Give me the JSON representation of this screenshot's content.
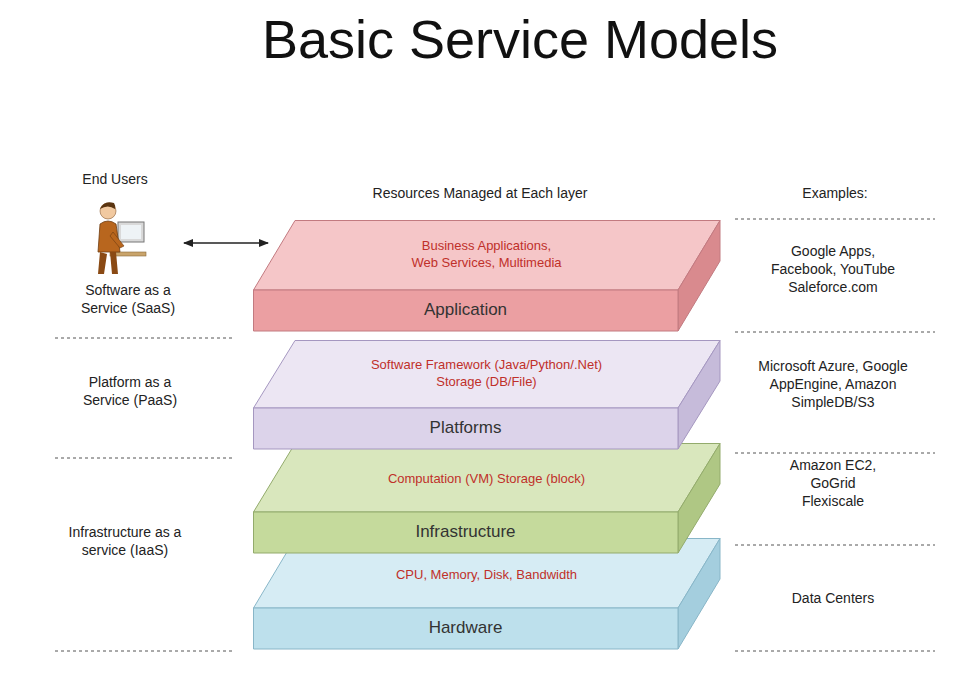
{
  "diagram": {
    "title": "Basic Service Models",
    "nodes": [
      {
        "text": [
          "Business Applications, Web Services, Multimedia",
          "Application"
        ]
      },
      {
        "text": [
          "Software Framework (Java/Python/.Net) Storage (DB/File)",
          "Platforms"
        ]
      },
      {
        "text": [
          "Computation (VM) Storage (block)",
          "Infrastructure"
        ]
      },
      {
        "text": [
          "CPU, Memory, Disk, Bandwidth",
          "Hardware"
        ]
      }
    ],
    "labels": [
      "End Users",
      "Software as a Service (SaaS)",
      "Platform as a Service (PaaS)",
      "Infrastructure as a service (IaaS)",
      "Resources Managed at Each layer",
      "Examples:",
      "Google Apps, Facebook, YouTube Saleforce.com",
      "Microsoft Azure, Google AppEngine, Amazon SimpleDB/S3",
      "Amazon EC2, GoGrid Flexiscale",
      "Data Centers"
    ]
  }
}
